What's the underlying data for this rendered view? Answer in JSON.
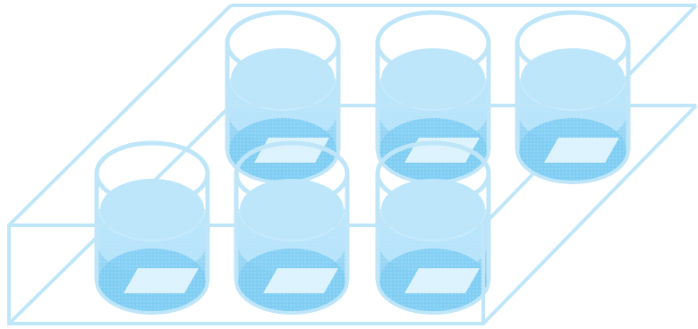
{
  "colors": {
    "background": "#ffffff",
    "frame_stroke": "#bfe6f8",
    "cup_stroke": "#bfe6f8",
    "cup_wall": "#cdeefb",
    "liquid_top": "#bde6fb",
    "liquid_body": "#9fd9f7",
    "liquid_bottom": "#7fcdf3",
    "slide": "#e6f6fe"
  },
  "diagram": {
    "type": "multi-well plate with cover slips",
    "wells": [
      {
        "name": "well-back-left"
      },
      {
        "name": "well-back-middle"
      },
      {
        "name": "well-back-right"
      },
      {
        "name": "well-front-left"
      },
      {
        "name": "well-front-middle"
      },
      {
        "name": "well-front-right"
      }
    ]
  }
}
